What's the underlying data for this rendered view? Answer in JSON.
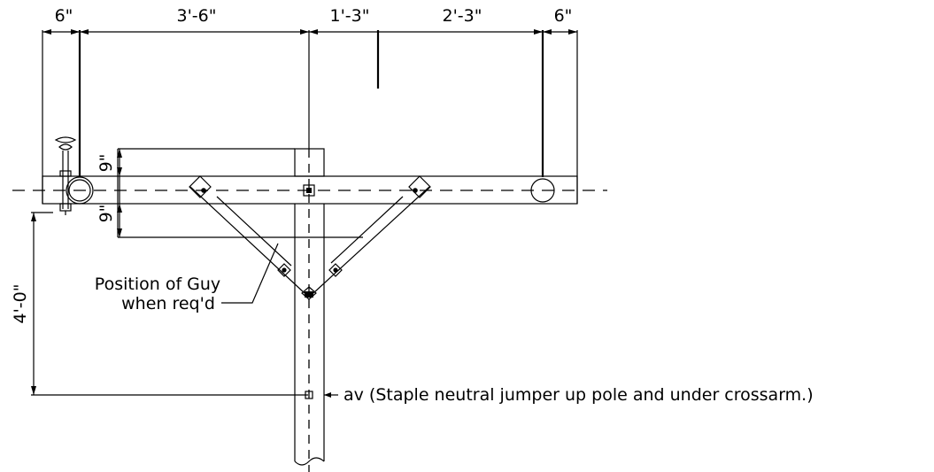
{
  "dimensions": {
    "top": [
      "6\"",
      "3'-6\"",
      "1'-3\"",
      "2'-3\"",
      "6\""
    ],
    "upper_brace_gap": "9\"",
    "lower_brace_gap": "9\"",
    "neutral_drop": "4'-0\""
  },
  "callouts": {
    "guy_line1": "Position of Guy",
    "guy_line2": "when req'd",
    "neutral_jumper": "av (Staple neutral jumper up pole and under crossarm.)"
  }
}
